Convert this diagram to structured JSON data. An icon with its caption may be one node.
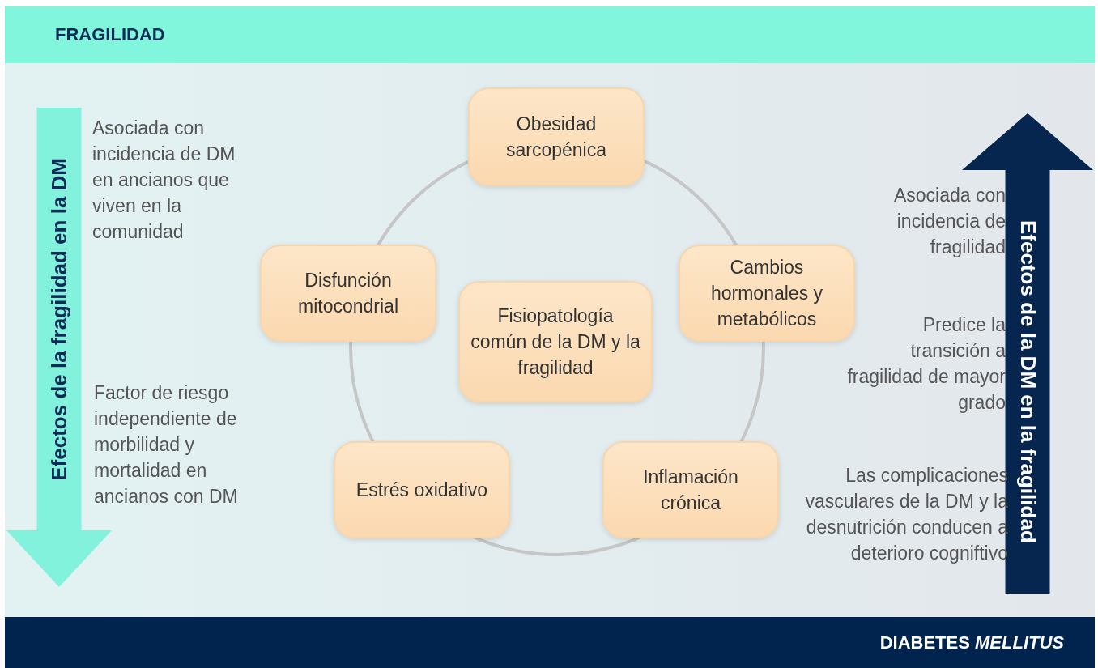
{
  "diagram": {
    "nodes": [
      {
        "text": [
          "FRAGILIDAD"
        ]
      },
      {
        "text": [
          "Obesidad sarcopénica"
        ]
      },
      {
        "text": [
          "Disfunción mitocondrial"
        ]
      },
      {
        "text": [
          "Fisiopatología común de la DM y la fragilidad"
        ]
      },
      {
        "text": [
          "Cambios hormonales y metabólicos"
        ]
      },
      {
        "text": [
          "Estrés oxidativo"
        ]
      },
      {
        "text": [
          "Inflamación crónica"
        ]
      },
      {
        "text": [
          "Efectos de la fragilidad en la DM"
        ]
      },
      {
        "text": [
          "Efectos de la DM en la fragilidad"
        ]
      },
      {
        "text": [
          "DIABETES *MELLITUS*"
        ]
      }
    ],
    "labels": [
      "Asociada con incidencia de DM en ancianos que viven en la comunidad",
      "Factor de riesgo independiente de morbilidad y mortalidad en ancianos con DM",
      "Asociada con incidencia de fragilidad",
      "Predice la transición a fragilidad de mayor grado",
      "Las complicaciones vasculares de la DM y la desnutrición conducen a deterioro cogniftivo"
    ]
  }
}
